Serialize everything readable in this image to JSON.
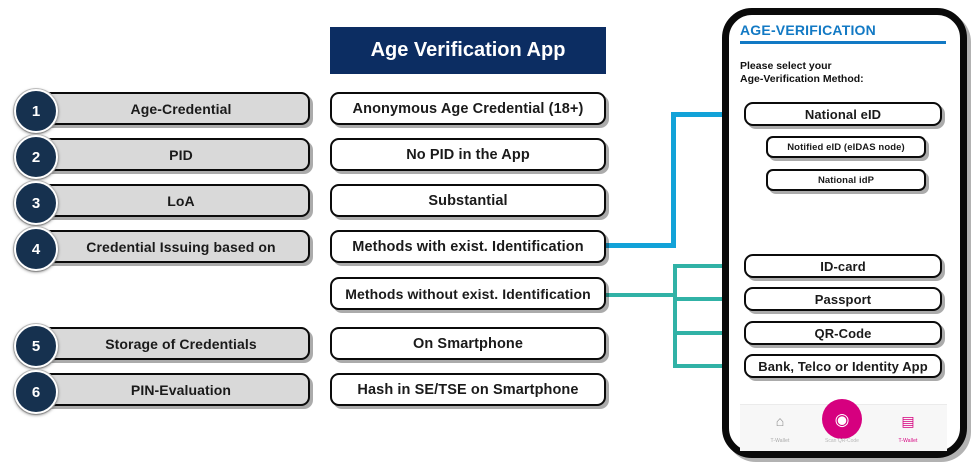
{
  "title_banner": {
    "label": "Age Verification App"
  },
  "left_column": {
    "items": [
      {
        "num": "1",
        "label": "Age-Credential"
      },
      {
        "num": "2",
        "label": "PID"
      },
      {
        "num": "3",
        "label": "LoA"
      },
      {
        "num": "4",
        "label": "Credential Issuing based on"
      },
      {
        "num": "5",
        "label": "Storage of Credentials"
      },
      {
        "num": "6",
        "label": "PIN-Evaluation"
      }
    ]
  },
  "middle_column": {
    "items": [
      {
        "label": "Anonymous Age Credential (18+)"
      },
      {
        "label": "No PID in the App"
      },
      {
        "label": "Substantial"
      },
      {
        "label": "Methods with exist. Identification"
      },
      {
        "label": "Methods without exist. Identification"
      },
      {
        "label": "On Smartphone"
      },
      {
        "label": "Hash in SE/TSE on Smartphone"
      }
    ]
  },
  "phone": {
    "app_title": "AGE-VERIFICATION",
    "prompt_line1": "Please select your",
    "prompt_line2": "Age-Verification Method:",
    "options": [
      {
        "label": "National eID"
      },
      {
        "label": "Notified eID (eIDAS node)"
      },
      {
        "label": "National idP"
      },
      {
        "label": "ID-card"
      },
      {
        "label": "Passport"
      },
      {
        "label": "QR-Code"
      },
      {
        "label": "Bank, Telco or Identity App"
      }
    ],
    "bottom_nav": [
      {
        "icon": "home-icon",
        "glyph": "⌂",
        "label": "T-Wallet"
      },
      {
        "icon": "camera-icon",
        "glyph": "◉",
        "label": "Scan QR-Code"
      },
      {
        "icon": "id-card-icon",
        "glyph": "▤",
        "label": "T-Wallet"
      }
    ]
  },
  "colors": {
    "banner_navy": "#0c2d62",
    "badge_navy": "#16314f",
    "accent_blue": "#1279c4",
    "connector_blue": "#12a2d8",
    "connector_teal": "#31b2a6",
    "magenta": "#d6007f",
    "left_box_grey": "#d9d9d9"
  }
}
